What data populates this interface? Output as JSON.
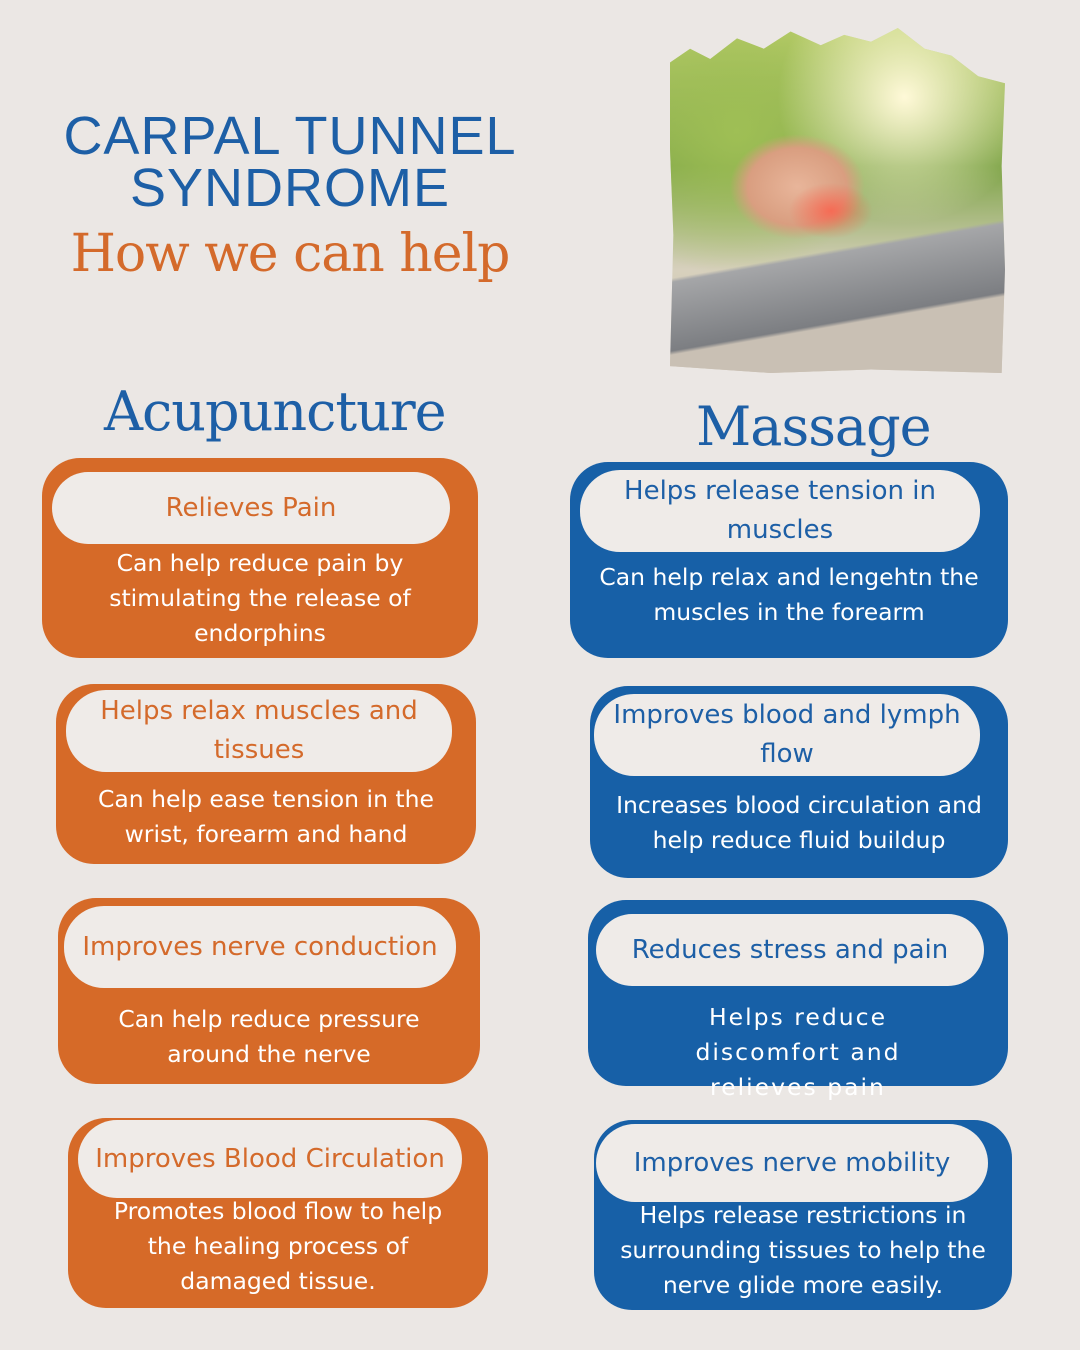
{
  "title": {
    "line1": "CARPAL TUNNEL",
    "line2": "SYNDROME",
    "subtitle": "How we can help"
  },
  "photo": {
    "icon": "wrist-pain-photo"
  },
  "columns": {
    "left": {
      "heading": "Acupuncture",
      "color": "#d66a28",
      "cards": [
        {
          "title": "Relieves Pain",
          "desc": "Can help reduce pain by stimulating the release of endorphins"
        },
        {
          "title": "Helps relax muscles and tissues",
          "desc": "Can help ease tension in the wrist, forearm and hand"
        },
        {
          "title": "Improves nerve conduction",
          "desc": "Can help reduce pressure around the nerve"
        },
        {
          "title": "Improves Blood Circulation",
          "desc": "Promotes blood flow to help the healing process of damaged tissue."
        }
      ]
    },
    "right": {
      "heading": "Massage",
      "color": "#1760a7",
      "cards": [
        {
          "title": "Helps release tension in muscles",
          "desc": "Can help relax and lengehtn the muscles in the forearm"
        },
        {
          "title": "Improves blood and lymph flow",
          "desc": "Increases blood circulation and help reduce fluid buildup"
        },
        {
          "title": "Reduces stress and pain",
          "desc": "Helps reduce discomfort and relieves pain"
        },
        {
          "title": "Improves nerve mobility",
          "desc": "Helps release restrictions in surrounding tissues to help the nerve glide more easily."
        }
      ]
    }
  }
}
